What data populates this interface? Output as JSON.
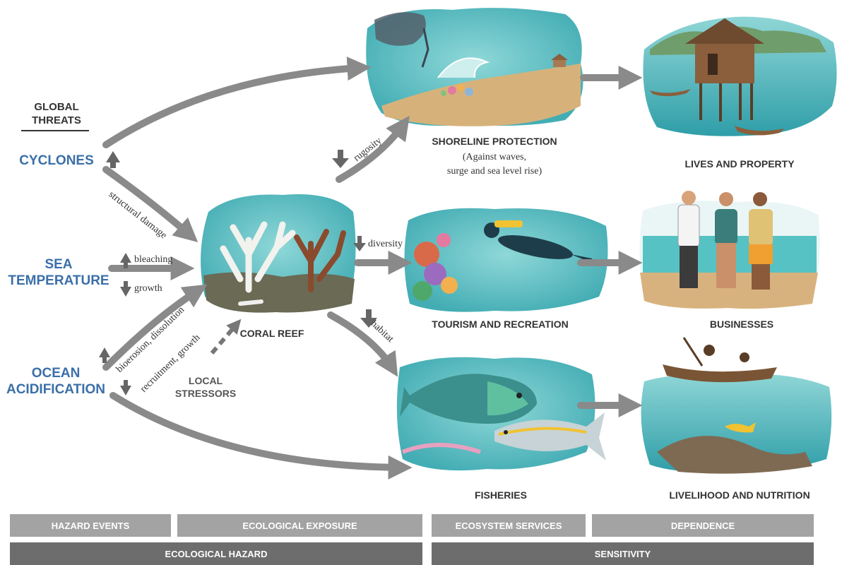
{
  "global_threats": {
    "heading_line1": "GLOBAL",
    "heading_line2": "THREATS",
    "cyclones": "CYCLONES",
    "sea_temperature_line1": "SEA",
    "sea_temperature_line2": "TEMPERATURE",
    "ocean_acidification_line1": "OCEAN",
    "ocean_acidification_line2": "ACIDIFICATION"
  },
  "impacts": {
    "structural_damage": "structural damage",
    "bleaching": "bleaching",
    "growth": "growth",
    "bioerosion_dissolution": "bioerosion, dissolution",
    "recruitment_growth": "recruitment, growth",
    "rugosity": "rugosity",
    "diversity": "diversity",
    "habitat": "habitat"
  },
  "local_stressors_line1": "LOCAL",
  "local_stressors_line2": "STRESSORS",
  "coral_reef": "CORAL REEF",
  "services": {
    "shoreline": "SHORELINE PROTECTION",
    "shoreline_note_line1": "(Against waves,",
    "shoreline_note_line2": "surge and sea level rise)",
    "tourism": "TOURISM AND RECREATION",
    "fisheries": "FISHERIES"
  },
  "dependence": {
    "lives": "LIVES AND PROPERTY",
    "businesses": "BUSINESSES",
    "livelihood": "LIVELIHOOD AND NUTRITION"
  },
  "bars": {
    "hazard_events": "HAZARD EVENTS",
    "ecological_exposure": "ECOLOGICAL EXPOSURE",
    "ecosystem_services": "ECOSYSTEM SERVICES",
    "dependence": "DEPENDENCE",
    "ecological_hazard": "ECOLOGICAL HAZARD",
    "sensitivity": "SENSITIVITY"
  },
  "colors": {
    "threat_blue": "#3a6fa8",
    "arrow_gray": "#8a8a8a",
    "water": "#5fc4c8",
    "sand": "#d2b27a",
    "bar_light": "#a3a3a3",
    "bar_dark": "#6d6d6d"
  }
}
